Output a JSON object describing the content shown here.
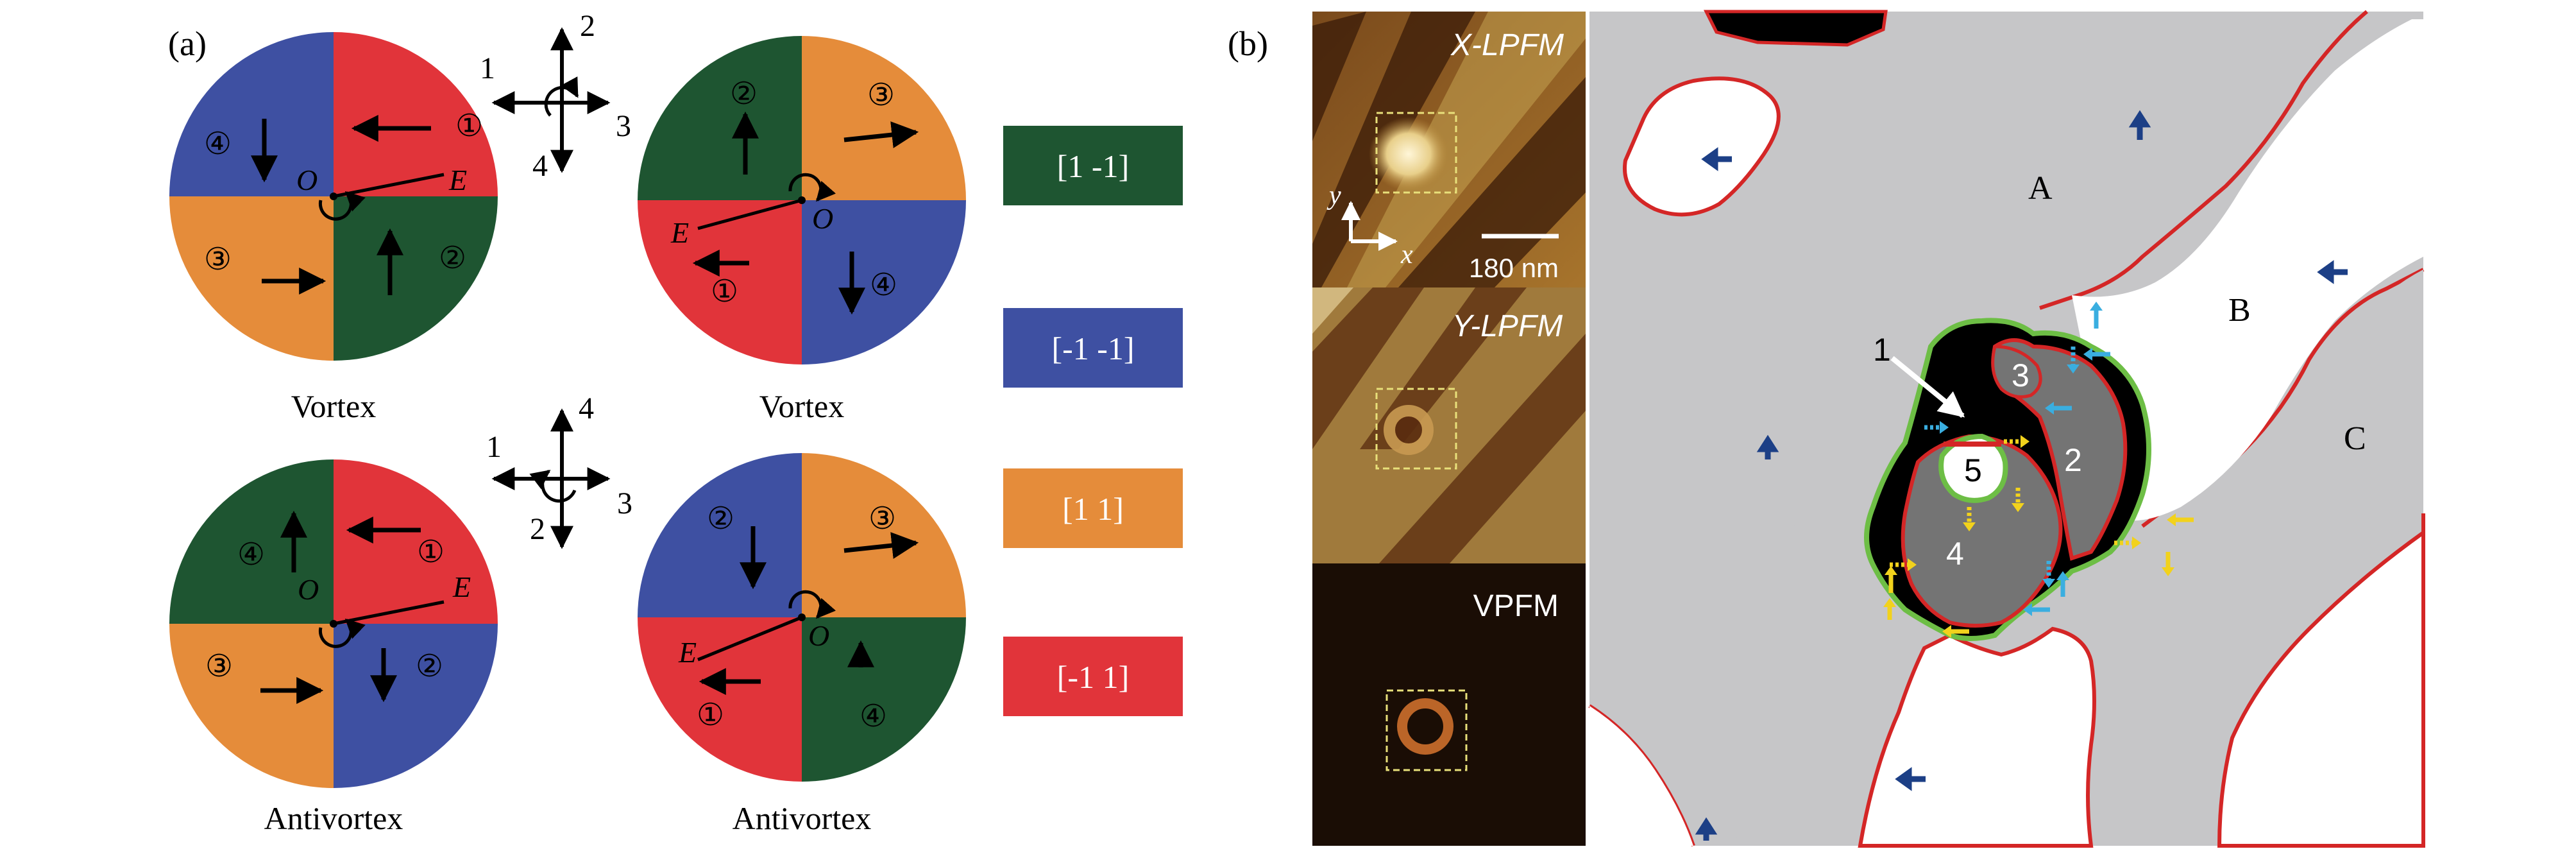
{
  "colors": {
    "green": "#1e5531",
    "blue": "#3e50a2",
    "orange": "#e58c3a",
    "red": "#e1343a",
    "gray_region": "#c6c6c8",
    "dark_gray": "#747474",
    "red_wall": "#d42626",
    "green_wall": "#6dbe45",
    "cyan_arrow": "#3aaee0",
    "yellow_arrow": "#f2d21c",
    "navy_arrow": "#1c3f86"
  },
  "panel_a": {
    "label": "(a)",
    "vortex_label_1": "Vortex",
    "vortex_label_2": "Vortex",
    "antivortex_label_1": "Antivortex",
    "antivortex_label_2": "Antivortex",
    "circle_1": {
      "q1": "①",
      "q2": "②",
      "q3": "③",
      "q4": "④",
      "O": "O",
      "E": "E"
    },
    "circle_2": {
      "q1": "①",
      "q2": "②",
      "q3": "③",
      "q4": "④",
      "O": "O",
      "E": "E"
    },
    "circle_3": {
      "q1": "①",
      "q2": "②",
      "q3": "③",
      "q4": "④",
      "O": "O",
      "E": "E"
    },
    "circle_4": {
      "q1": "①",
      "q2": "②",
      "q3": "③",
      "q4": "④",
      "O": "O",
      "E": "E"
    },
    "axis_top": {
      "n1": "1",
      "n2": "2",
      "n3": "3",
      "n4": "4"
    },
    "axis_bottom": {
      "n1": "1",
      "n2": "2",
      "n3": "3",
      "n4": "4"
    },
    "legend": [
      "[1 -1]",
      "[-1 -1]",
      "[1 1]",
      "[-1 1]"
    ]
  },
  "panel_b": {
    "label": "(b)",
    "xlpfm": "X-LPFM",
    "ylpfm": "Y-LPFM",
    "vpfm": "VPFM",
    "scale": "180 nm",
    "axis_y": "y",
    "axis_x": "x",
    "region_A": "A",
    "region_B": "B",
    "region_C": "C",
    "domain_1": "1",
    "domain_2": "2",
    "domain_3": "3",
    "domain_4": "4",
    "domain_5": "5"
  }
}
